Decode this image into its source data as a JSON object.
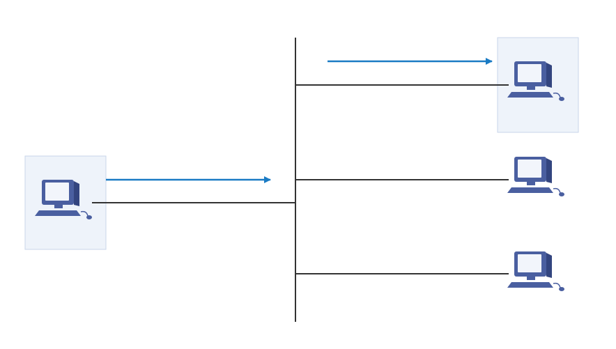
{
  "diagram": {
    "type": "network-unicast",
    "colors": {
      "wire": "#333333",
      "flow_arrow": "#1a7bc4",
      "highlight_fill": "#eef3fa",
      "highlight_border": "#c8d6ea",
      "computer_body": "#4a5fa0",
      "computer_screen": "#f2f5fb"
    },
    "nodes": [
      {
        "id": "sender",
        "icon": "computer-icon",
        "highlighted": true
      },
      {
        "id": "receiver-1",
        "icon": "computer-icon",
        "highlighted": true
      },
      {
        "id": "receiver-2",
        "icon": "computer-icon",
        "highlighted": false
      },
      {
        "id": "receiver-3",
        "icon": "computer-icon",
        "highlighted": false
      }
    ],
    "bus": {
      "id": "network-bus"
    },
    "flows": [
      {
        "from": "sender",
        "to": "network-bus"
      },
      {
        "from": "network-bus",
        "to": "receiver-1"
      }
    ]
  }
}
